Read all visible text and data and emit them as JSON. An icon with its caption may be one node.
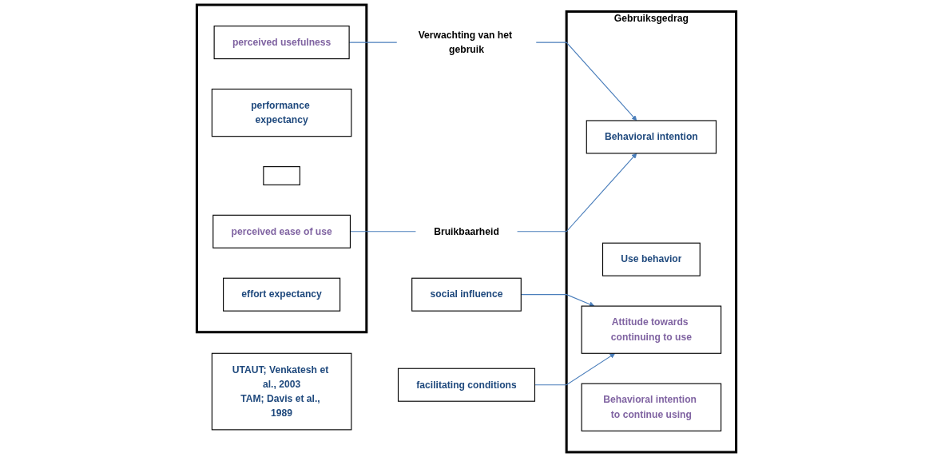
{
  "diagram": {
    "nodes": [
      {
        "text": [],
        "shape": "box"
      },
      {
        "text": [
          "perceived usefulness"
        ],
        "in": 0
      },
      {
        "text": [
          "performance expectancy"
        ],
        "in": 0
      },
      {
        "text": [],
        "shape": "box",
        "in": 0
      },
      {
        "text": [
          "perceived ease of use"
        ],
        "in": 0
      },
      {
        "text": [
          "effort expectancy"
        ],
        "in": 0
      },
      {
        "text": [
          "Verwachting van het gebruik"
        ]
      },
      {
        "text": [
          "Bruikbaarheid"
        ]
      },
      {
        "text": [
          "Gebruiksgedrag"
        ]
      },
      {
        "text": [
          "Behavioral intention"
        ],
        "in": 8
      },
      {
        "text": [
          "Use behavior"
        ],
        "in": 8
      },
      {
        "text": [
          "Attitude towards continuing to use"
        ],
        "in": 8
      },
      {
        "text": [
          "Behavioral intention to continue using"
        ],
        "in": 8
      },
      {
        "text": [
          "social influence"
        ]
      },
      {
        "text": [
          "facilitating conditions"
        ]
      },
      {
        "text": [
          "UTAUT; Venkatesh et al., 2003",
          "TAM; Davis et al., 1989"
        ]
      }
    ],
    "edges": [
      {
        "from": 1,
        "to": 6,
        "arrow": "none"
      },
      {
        "from": 6,
        "to": 9,
        "arrow": "to"
      },
      {
        "from": 4,
        "to": 7,
        "arrow": "none"
      },
      {
        "from": 7,
        "to": 9,
        "arrow": "to"
      },
      {
        "from": 13,
        "to": 11,
        "arrow": "to"
      },
      {
        "from": 14,
        "to": 11,
        "arrow": "to"
      }
    ]
  }
}
